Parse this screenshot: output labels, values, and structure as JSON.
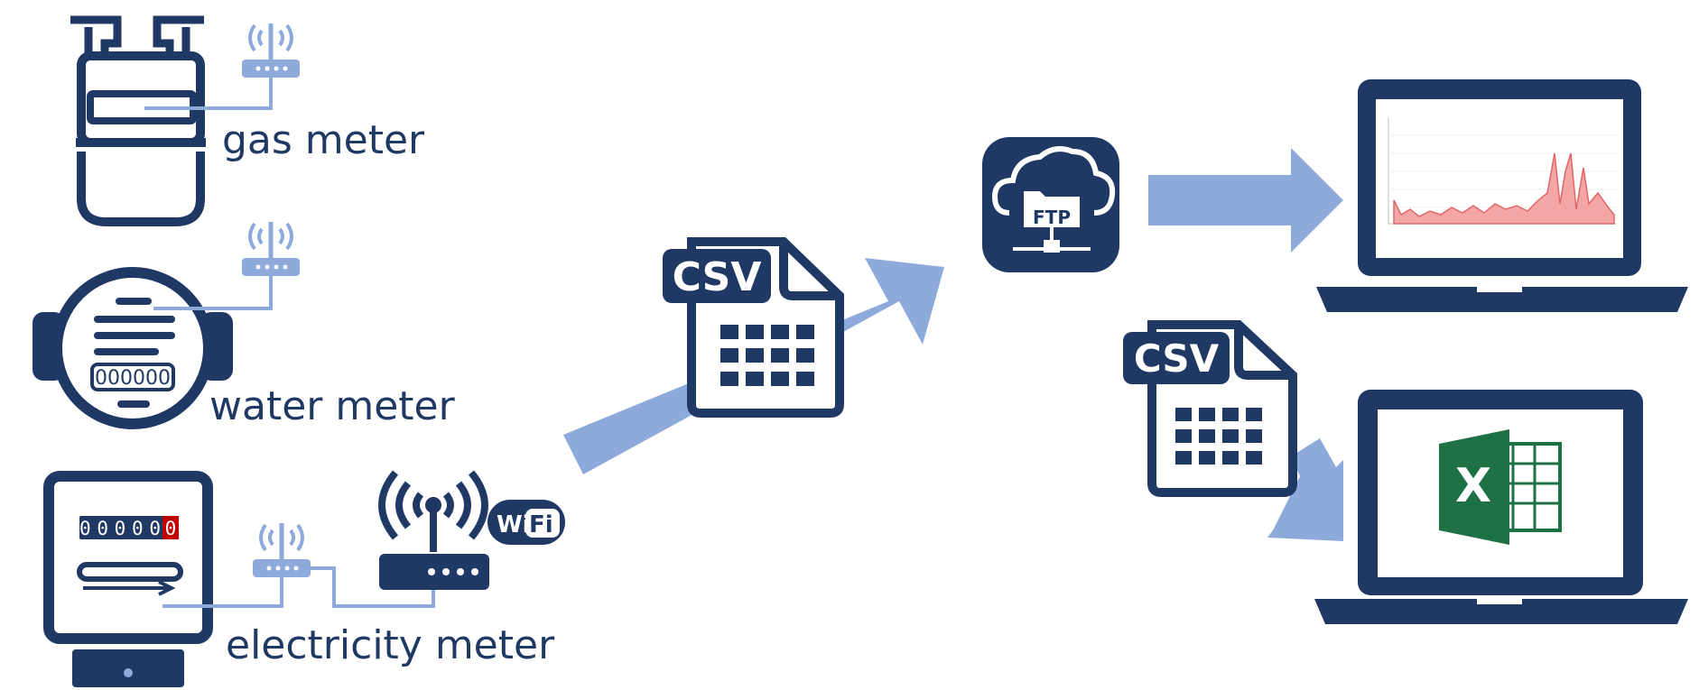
{
  "labels": {
    "gas_meter": "gas meter",
    "water_meter": "water meter",
    "electricity_meter": "electricity meter"
  },
  "badges": {
    "csv_1": "CSV",
    "csv_2": "CSV",
    "ftp": "FTP",
    "wifi_left": "Wi",
    "wifi_right": "Fi",
    "excel": "X"
  },
  "displays": {
    "water_counter": "000000",
    "electric_counter_black": "00000",
    "electric_counter_red": "0"
  },
  "colors": {
    "navy": "#1f3864",
    "light_blue": "#8eaadb",
    "excel_green": "#1e7145",
    "chart_red": "#f4a6a6"
  }
}
